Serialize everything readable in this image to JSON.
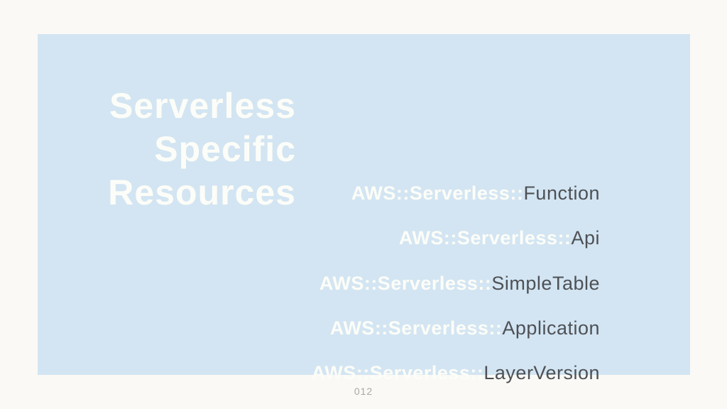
{
  "slide": {
    "title_lines": [
      "Serverless",
      "Specific",
      "Resources"
    ],
    "resources": [
      {
        "prefix": "AWS::Serverless::",
        "name": "Function"
      },
      {
        "prefix": "AWS::Serverless::",
        "name": "Api"
      },
      {
        "prefix": "AWS::Serverless::",
        "name": "SimpleTable"
      },
      {
        "prefix": "AWS::Serverless::",
        "name": "Application"
      },
      {
        "prefix": "AWS::Serverless::",
        "name": "LayerVersion"
      }
    ],
    "page_number": "012",
    "colors": {
      "background": "#faf9f6",
      "panel": "#d3e5f2",
      "title_text": "#fcfdf8",
      "prefix_text": "#fcfdf8",
      "resource_text": "#4e5156",
      "page_number_text": "#a8a8a8"
    }
  }
}
